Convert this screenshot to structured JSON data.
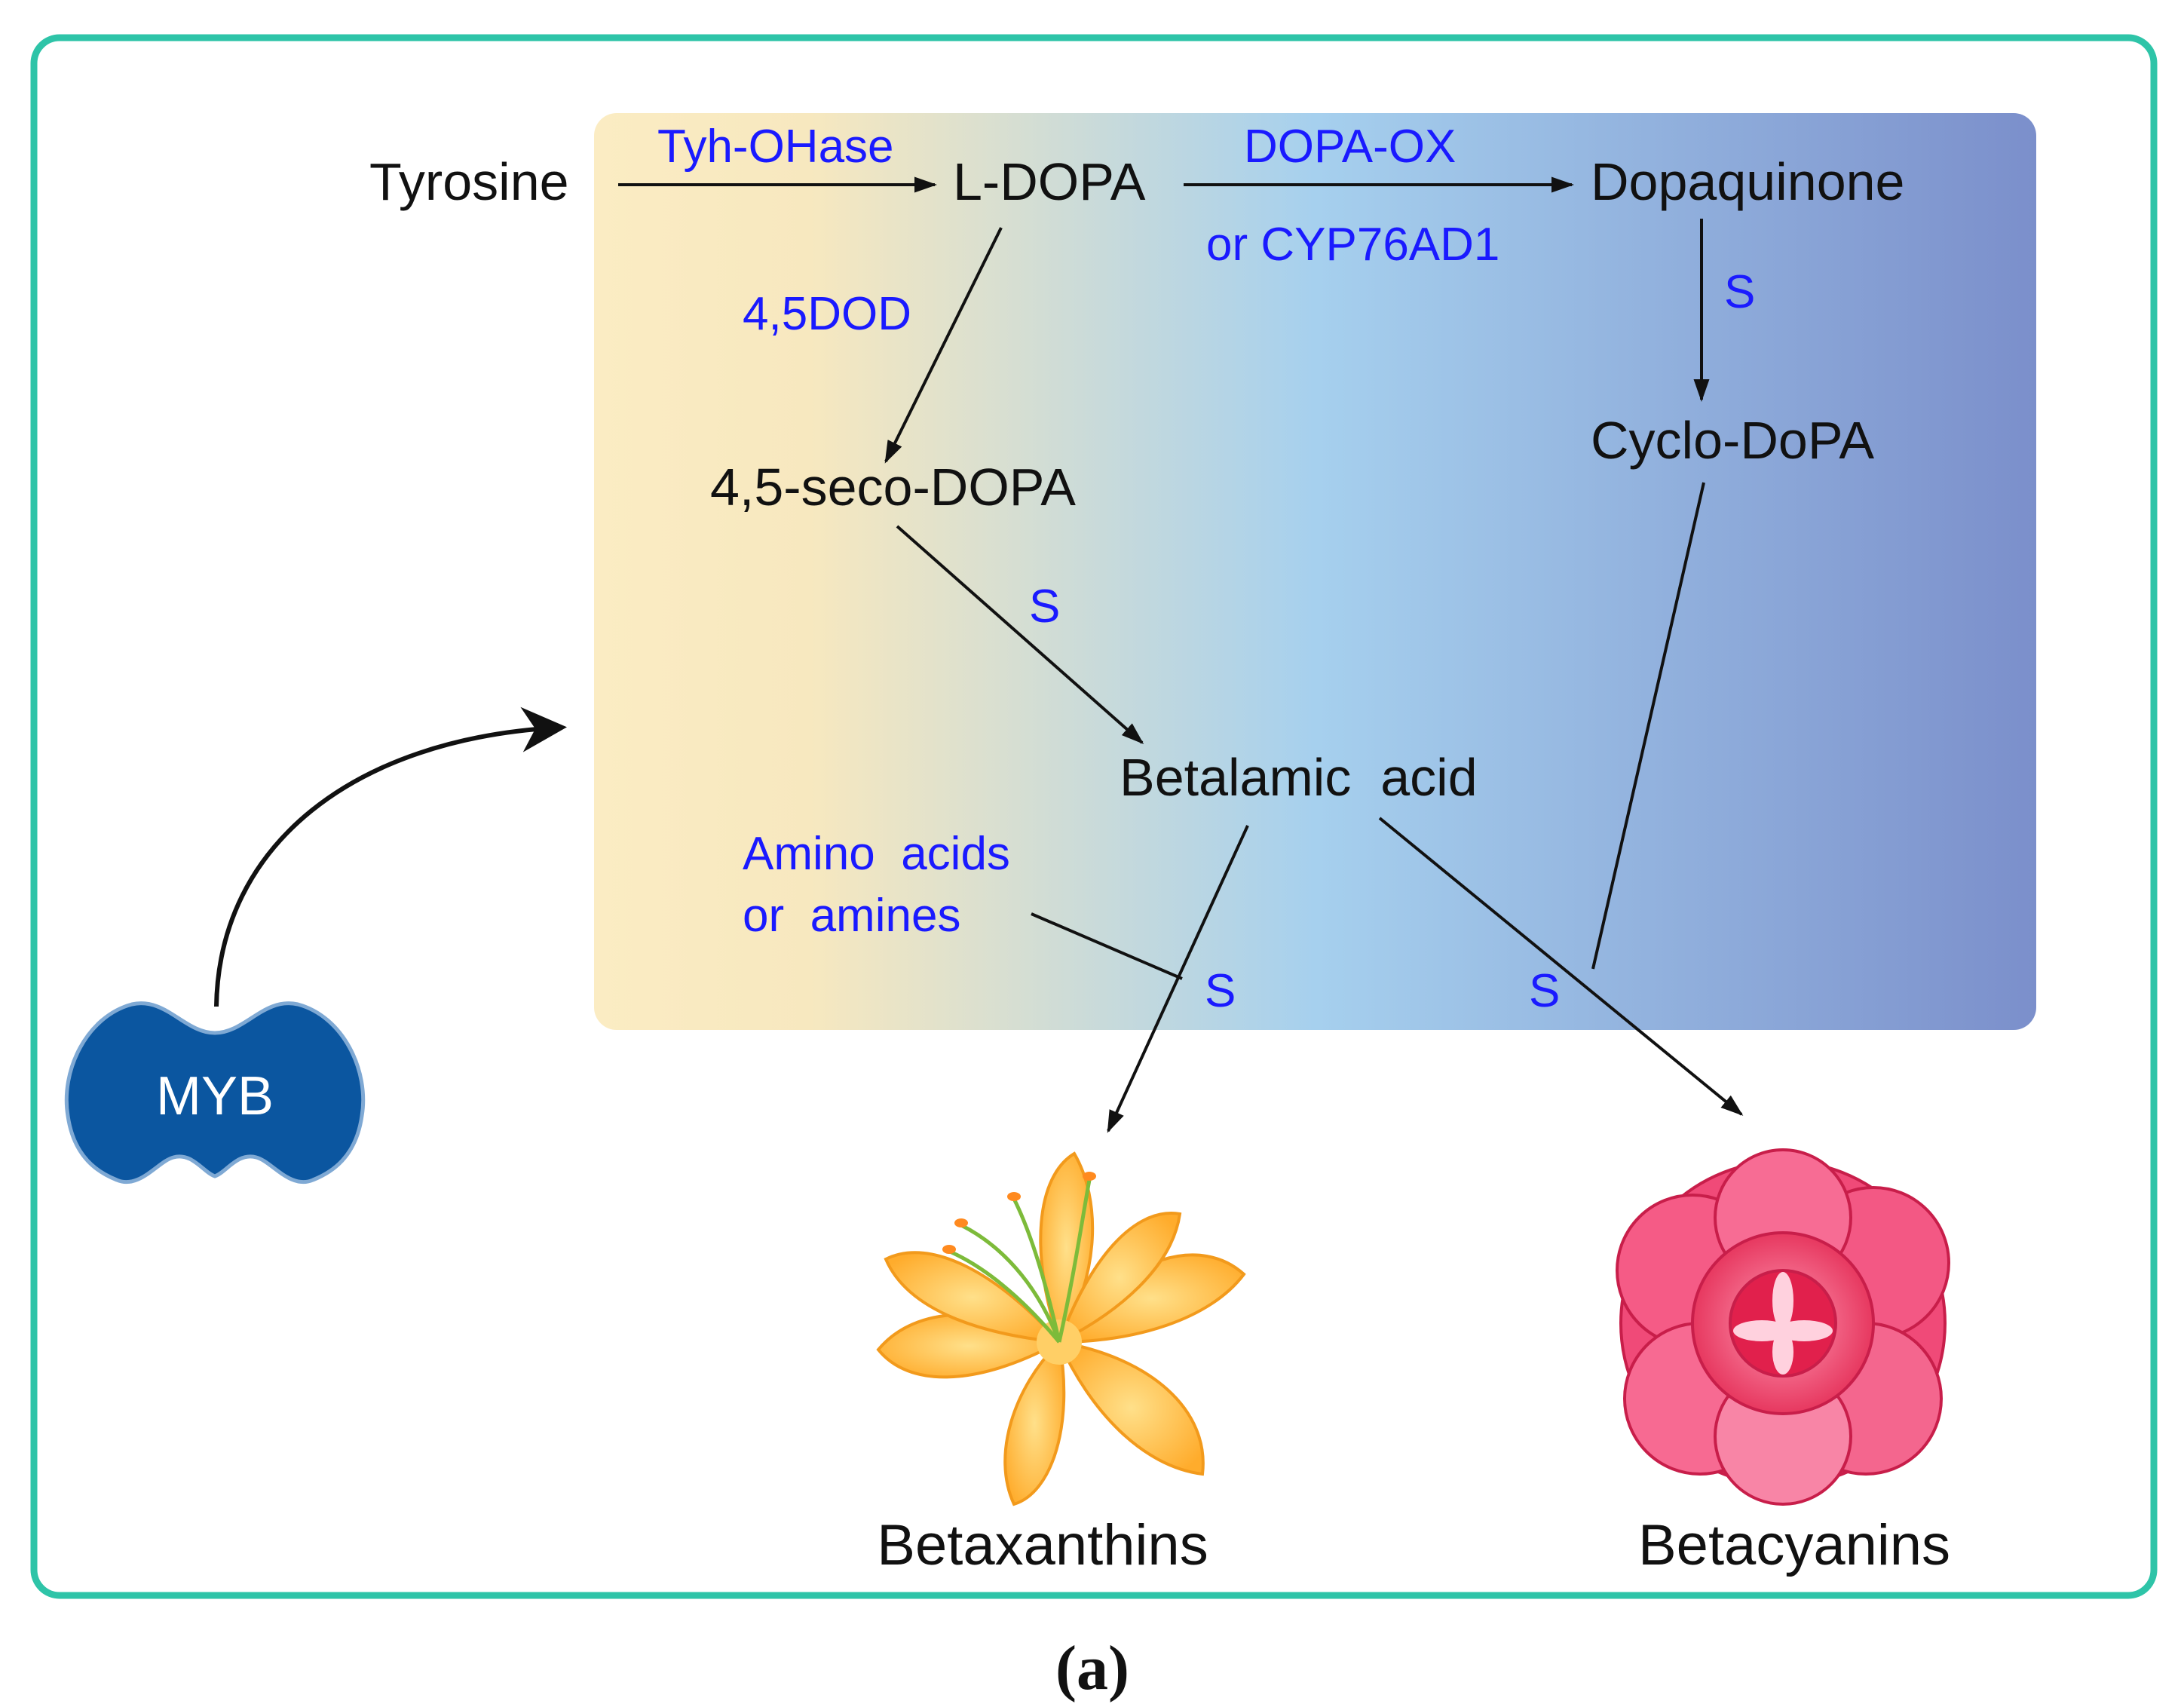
{
  "nodes": {
    "tyrosine": "Tyrosine",
    "l_dopa": "L-DOPA",
    "dopaquinone": "Dopaquinone",
    "seco_dopa": "4,5-seco-DOPA",
    "cyclo_dopa": "Cyclo-DoPA",
    "betalamic_acid": "Betalamic  acid",
    "betaxanthins": "Betaxanthins",
    "betacyanins": "Betacyanins",
    "myb": "MYB"
  },
  "enzymes": {
    "tyh_ohase": "Tyh-OHase",
    "dopa_ox": "DOPA-OX",
    "cyp76ad1": "or CYP76AD1",
    "dod": "4,5DOD",
    "s_dopaquinone": "S",
    "s_seco": "S",
    "amino_line1": "Amino  acids",
    "amino_line2": "or  amines",
    "s_betaxanthin": "S",
    "s_betacyanin": "S"
  },
  "caption": "(a)",
  "colors": {
    "frame_border": "#2ec4a8",
    "gradient_left": "#faeac0",
    "gradient_mid": "#a6d0ee",
    "gradient_right": "#7b8fcb",
    "enzyme_text": "#1a1aff",
    "myb_fill": "#0b56a0",
    "betaxanthin_flower": "#ffb544",
    "betacyanin_flower": "#f04a78"
  },
  "icons": [
    "myb-protein-icon",
    "lily-flower-icon",
    "camellia-flower-icon"
  ]
}
